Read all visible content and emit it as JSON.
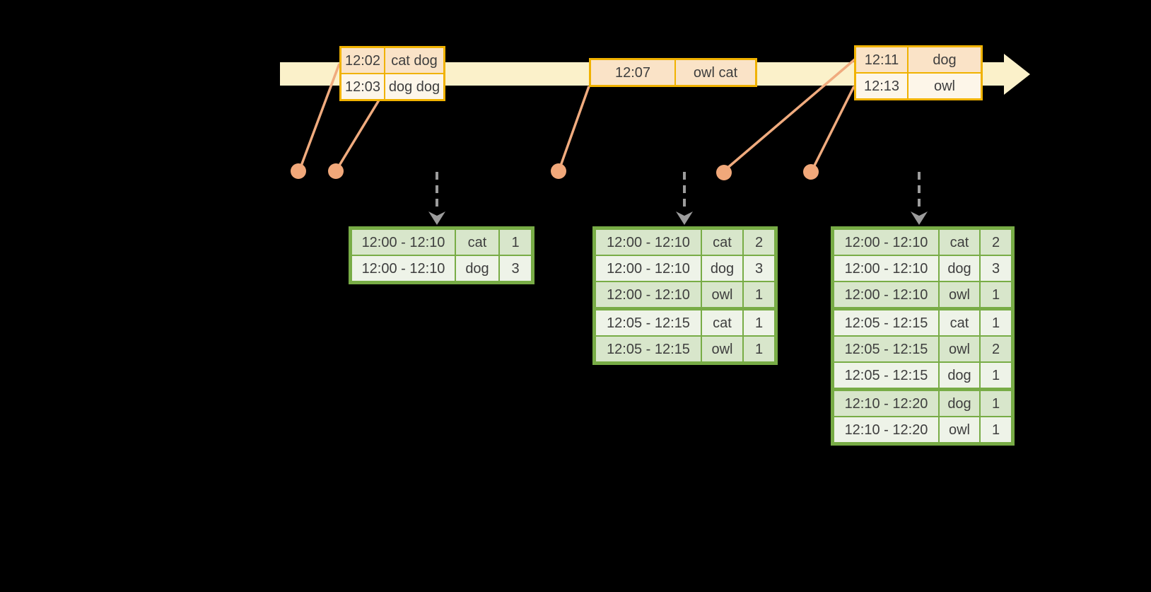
{
  "diagram": {
    "description_colors": {
      "background": "#000000",
      "timeline_band": "#fbf1ca",
      "event_table_border": "#f0b200",
      "event_row_peach": "#fae3c7",
      "event_row_cream": "#fdf6e9",
      "connector_salmon": "#f1a87a",
      "result_table_border": "#78ac46",
      "result_row_dark": "#d8e6cb",
      "result_row_light": "#eef3e8",
      "trigger_arrow_gray": "#9c9c9c",
      "text": "#3e3e3e"
    }
  },
  "timeline_tables": [
    {
      "rows": [
        {
          "time": "12:02",
          "words": "cat dog"
        },
        {
          "time": "12:03",
          "words": "dog dog"
        }
      ]
    },
    {
      "rows": [
        {
          "time": "12:07",
          "words": "owl cat"
        }
      ]
    },
    {
      "rows": [
        {
          "time": "12:11",
          "words": "dog"
        },
        {
          "time": "12:13",
          "words": "owl"
        }
      ]
    }
  ],
  "result_tables": [
    {
      "rows": [
        {
          "window": "12:00 - 12:10",
          "word": "cat",
          "count": "1"
        },
        {
          "window": "12:00 - 12:10",
          "word": "dog",
          "count": "3"
        }
      ]
    },
    {
      "rows": [
        {
          "window": "12:00 - 12:10",
          "word": "cat",
          "count": "2"
        },
        {
          "window": "12:00 - 12:10",
          "word": "dog",
          "count": "3"
        },
        {
          "window": "12:00 - 12:10",
          "word": "owl",
          "count": "1"
        },
        {
          "window": "12:05 - 12:15",
          "word": "cat",
          "count": "1"
        },
        {
          "window": "12:05 - 12:15",
          "word": "owl",
          "count": "1"
        }
      ]
    },
    {
      "rows": [
        {
          "window": "12:00 - 12:10",
          "word": "cat",
          "count": "2"
        },
        {
          "window": "12:00 - 12:10",
          "word": "dog",
          "count": "3"
        },
        {
          "window": "12:00 - 12:10",
          "word": "owl",
          "count": "1"
        },
        {
          "window": "12:05 - 12:15",
          "word": "cat",
          "count": "1"
        },
        {
          "window": "12:05 - 12:15",
          "word": "owl",
          "count": "2"
        },
        {
          "window": "12:05 - 12:15",
          "word": "dog",
          "count": "1"
        },
        {
          "window": "12:10 - 12:20",
          "word": "dog",
          "count": "1"
        },
        {
          "window": "12:10 - 12:20",
          "word": "owl",
          "count": "1"
        }
      ]
    }
  ]
}
